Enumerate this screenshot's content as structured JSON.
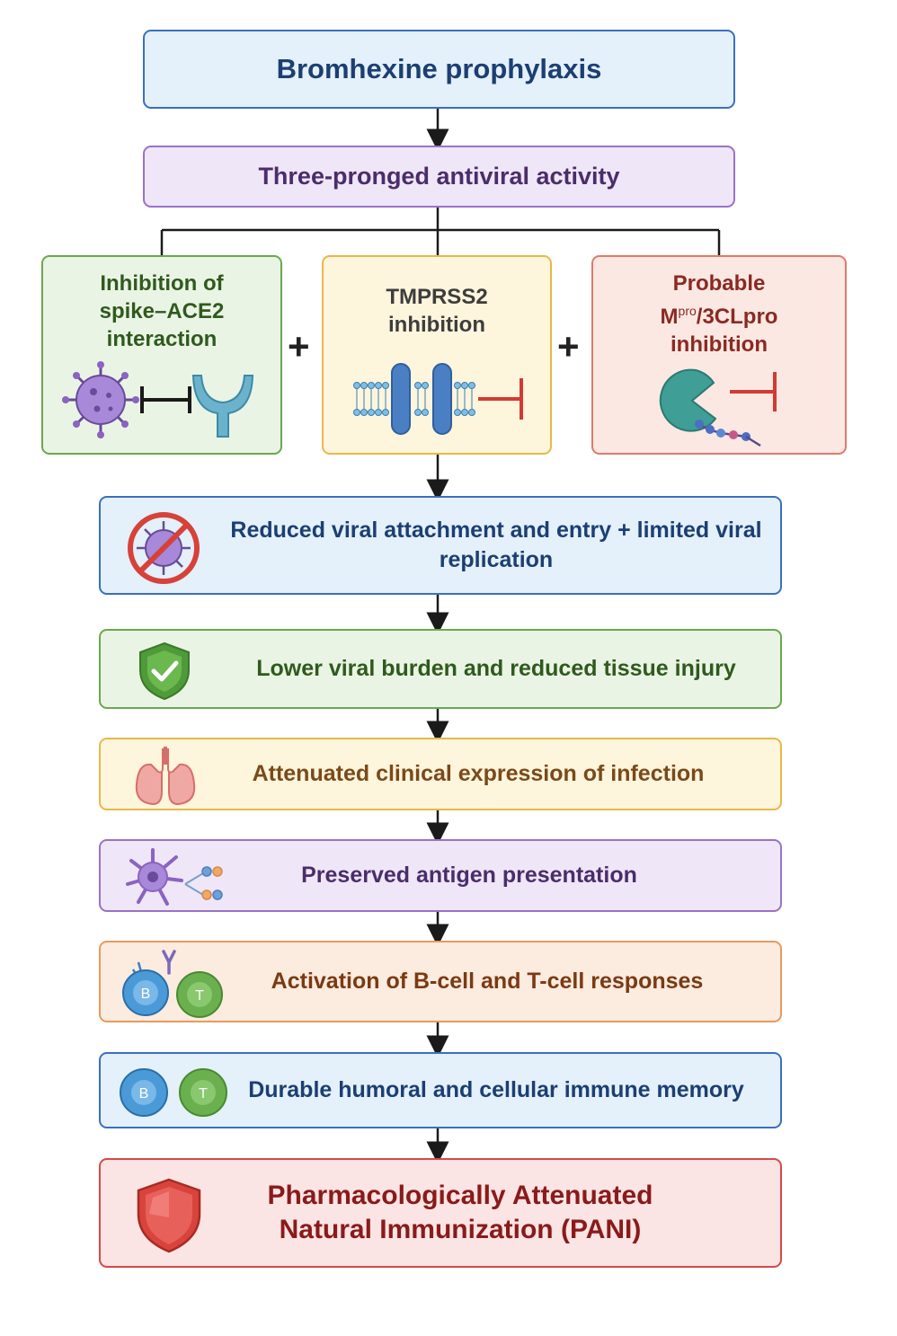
{
  "header": {
    "title": "Bromhexine prophylaxis"
  },
  "activity": {
    "label": "Three-pronged antiviral activity"
  },
  "mechanisms": [
    {
      "line1": "Inhibition of",
      "line2": "spike–ACE2",
      "line3": "interaction"
    },
    {
      "line1": "TMPRSS2",
      "line2": "inhibition"
    },
    {
      "line1": "Probable",
      "line2_main": "M",
      "line2_sup": "pro",
      "line2_rest": "/3CLpro",
      "line3": "inhibition"
    }
  ],
  "plus_sign": "+",
  "steps": [
    {
      "line1": "Reduced viral attachment and entry + limited viral",
      "line2": "replication",
      "icon": "no-virus-icon"
    },
    {
      "text": "Lower viral burden and reduced tissue injury",
      "icon": "shield-check-icon"
    },
    {
      "text": "Attenuated clinical expression of infection",
      "icon": "lungs-icon"
    },
    {
      "text": "Preserved antigen presentation",
      "icon": "dendritic-cell-icon"
    },
    {
      "text": "Activation of B-cell and T-cell responses",
      "icon": "b-t-cells-antibody-icon"
    },
    {
      "text": "Durable humoral and cellular immune memory",
      "icon": "b-t-cells-icon"
    }
  ],
  "cell_labels": {
    "b": "B",
    "t": "T"
  },
  "final": {
    "line1": "Pharmacologically Attenuated",
    "line2": "Natural Immunization (PANI)",
    "icon": "shield-icon"
  },
  "colors": {
    "blue_fill": "#e4f0fa",
    "blue_border": "#3a6fc0",
    "purple_fill": "#efe6f7",
    "purple_border": "#9a72c6",
    "green_fill": "#eaf4e4",
    "green_border": "#6aa84f",
    "yellow_fill": "#fdf5dc",
    "yellow_border": "#e8b84a",
    "salmon_fill": "#fbe8e3",
    "salmon_border": "#e07a6a",
    "orange_fill": "#fcebdf",
    "orange_border": "#e89a5e",
    "red_fill": "#fbe4e4",
    "red_border": "#d44a4a"
  }
}
